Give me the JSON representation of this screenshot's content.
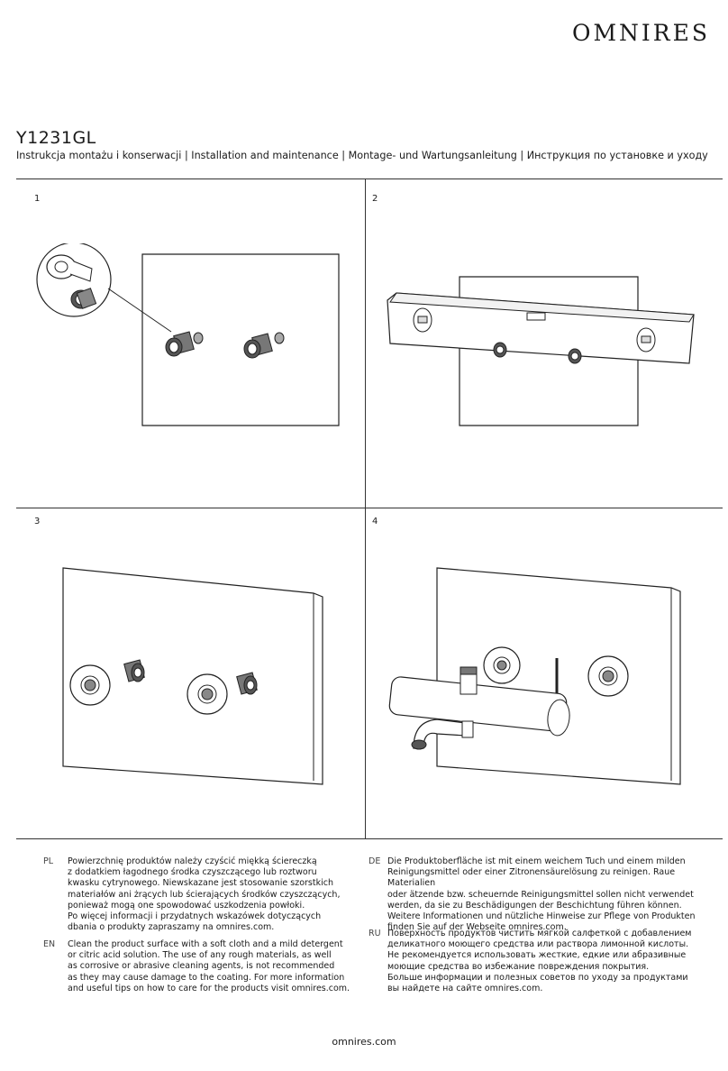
{
  "header": {
    "brand": "OMNIRES",
    "model": "Y1231GL",
    "subtitle": "Instrukcja montażu i konserwacji | Installation and maintenance | Montage- und Wartungsanleitung | Инструкция по установке и уходу"
  },
  "steps": [
    {
      "number": "1"
    },
    {
      "number": "2"
    },
    {
      "number": "3"
    },
    {
      "number": "4"
    }
  ],
  "care": {
    "pl": {
      "code": "PL",
      "lines": [
        "Powierzchnię produktów należy czyścić miękką ściereczką",
        "z dodatkiem łagodnego środka czyszczącego lub roztworu",
        "kwasku cytrynowego. Niewskazane jest stosowanie szorstkich",
        "materiałów ani żrących lub ścierających środków czyszczących,",
        "ponieważ mogą one spowodować uszkodzenia powłoki.",
        "Po więcej informacji i przydatnych wskazówek dotyczących",
        "dbania o produkty zapraszamy na omnires.com."
      ]
    },
    "en": {
      "code": "EN",
      "lines": [
        "Clean the product surface with a soft cloth and a mild detergent",
        "or citric acid solution. The use of any rough materials, as well",
        "as corrosive or abrasive cleaning agents, is not recommended",
        "as they may cause damage to the coating. For more information",
        "and useful tips on how to care for the products visit omnires.com."
      ]
    },
    "de": {
      "code": "DE",
      "lines": [
        "Die Produktoberfläche ist mit einem weichem Tuch und einem milden",
        "Reinigungsmittel oder einer Zitronensäurelösung zu reinigen. Raue Materialien",
        "oder ätzende bzw. scheuernde Reinigungsmittel sollen nicht verwendet",
        "werden, da sie zu Beschädigungen der Beschichtung führen können.",
        "Weitere Informationen und nützliche Hinweise zur Pflege von Produkten",
        "finden Sie auf der Webseite omnires.com."
      ]
    },
    "ru": {
      "code": "RU",
      "lines": [
        "Поверхность продуктов чистить мягкой салфеткой с добавлением",
        "деликатного моющего средства или раствора лимонной кислоты.",
        "Не рекомендуется использовать жесткие, едкие или абразивные",
        "моющие средства во избежание повреждения покрытия.",
        "Больше информации и полезных советов по уходу за продуктами",
        "вы найдете на сайте omnires.com."
      ]
    }
  },
  "footer": {
    "website": "omnires.com"
  }
}
